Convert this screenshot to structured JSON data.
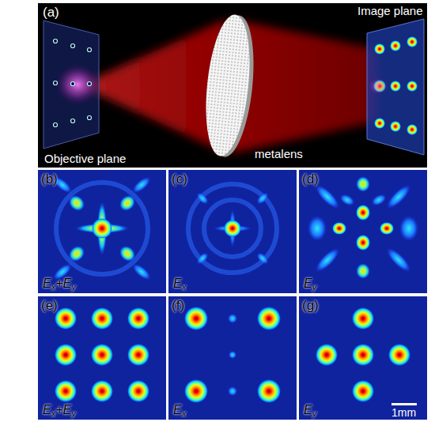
{
  "diagram": {
    "labels": [
      "(a)",
      "Objective plane",
      "metalens",
      "Image plane",
      "(b)",
      "Ex+Ey",
      "(c)",
      "Ex",
      "(d)",
      "Ey",
      "(e)",
      "Ex+Ey",
      "(f)",
      "Ex",
      "(g)",
      "Ey",
      "1mm"
    ]
  }
}
